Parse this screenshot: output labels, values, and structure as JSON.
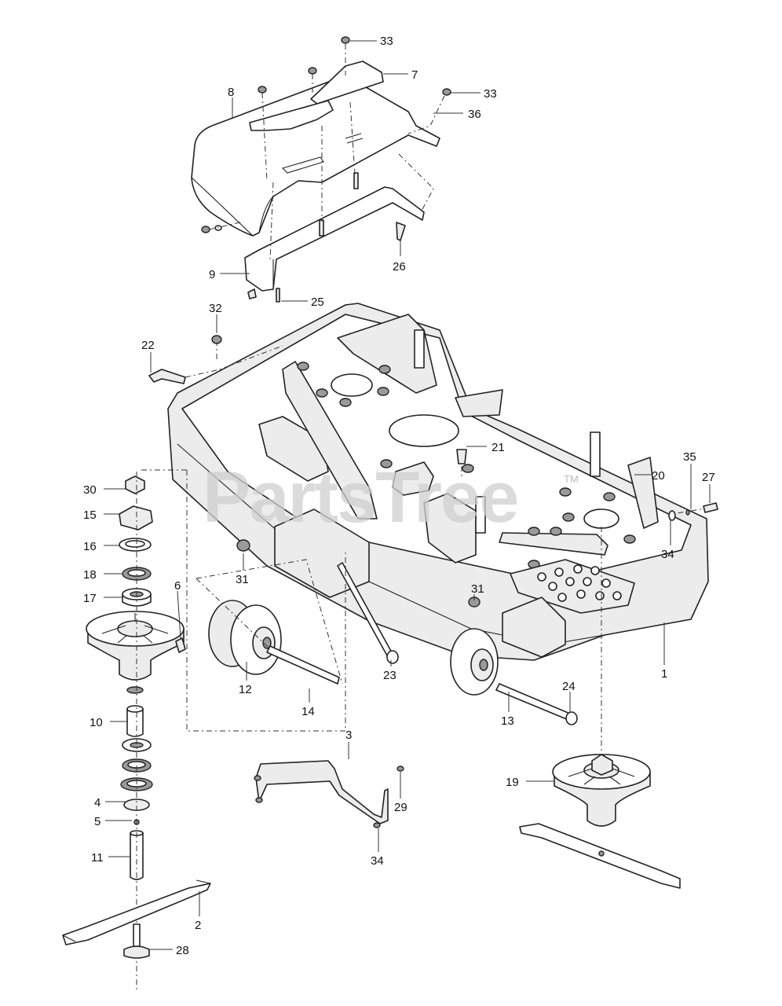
{
  "watermark": {
    "text": "PartsTree",
    "tm": "TM"
  },
  "callouts": [
    {
      "id": "c33a",
      "label": "33"
    },
    {
      "id": "c7",
      "label": "7"
    },
    {
      "id": "c33b",
      "label": "33"
    },
    {
      "id": "c8",
      "label": "8"
    },
    {
      "id": "c36",
      "label": "36"
    },
    {
      "id": "c26",
      "label": "26"
    },
    {
      "id": "c9",
      "label": "9"
    },
    {
      "id": "c25",
      "label": "25"
    },
    {
      "id": "c32",
      "label": "32"
    },
    {
      "id": "c22",
      "label": "22"
    },
    {
      "id": "c21",
      "label": "21"
    },
    {
      "id": "c35",
      "label": "35"
    },
    {
      "id": "c20",
      "label": "20"
    },
    {
      "id": "c27",
      "label": "27"
    },
    {
      "id": "c34a",
      "label": "34"
    },
    {
      "id": "c30",
      "label": "30"
    },
    {
      "id": "c15",
      "label": "15"
    },
    {
      "id": "c16",
      "label": "16"
    },
    {
      "id": "c18",
      "label": "18"
    },
    {
      "id": "c17",
      "label": "17"
    },
    {
      "id": "c6",
      "label": "6"
    },
    {
      "id": "c31a",
      "label": "31"
    },
    {
      "id": "c31b",
      "label": "31"
    },
    {
      "id": "c1",
      "label": "1"
    },
    {
      "id": "c23",
      "label": "23"
    },
    {
      "id": "c12",
      "label": "12"
    },
    {
      "id": "c14",
      "label": "14"
    },
    {
      "id": "c10",
      "label": "10"
    },
    {
      "id": "c24",
      "label": "24"
    },
    {
      "id": "c13",
      "label": "13"
    },
    {
      "id": "c3",
      "label": "3"
    },
    {
      "id": "c19",
      "label": "19"
    },
    {
      "id": "c29",
      "label": "29"
    },
    {
      "id": "c4",
      "label": "4"
    },
    {
      "id": "c5",
      "label": "5"
    },
    {
      "id": "c34b",
      "label": "34"
    },
    {
      "id": "c11",
      "label": "11"
    },
    {
      "id": "c2",
      "label": "2"
    },
    {
      "id": "c28",
      "label": "28"
    }
  ]
}
